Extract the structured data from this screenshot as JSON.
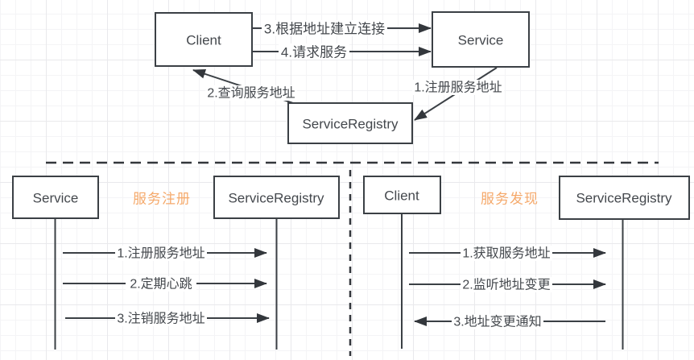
{
  "colors": {
    "stroke": "#3b4045",
    "text": "#44484d",
    "accent_orange": "#f5a96b",
    "grid_minor": "#f4f4f6",
    "grid_major": "#e9e9ec",
    "box_fill": "#ffffff"
  },
  "top": {
    "client_label": "Client",
    "service_label": "Service",
    "registry_label": "ServiceRegistry",
    "msg_connect": "3.根据地址建立连接",
    "msg_request": "4.请求服务",
    "msg_query": "2.查询服务地址",
    "msg_register": "1.注册服务地址"
  },
  "registration": {
    "title": "服务注册",
    "left_label": "Service",
    "right_label": "ServiceRegistry",
    "messages": [
      {
        "label": "1.注册服务地址",
        "direction": "right"
      },
      {
        "label": "2.定期心跳",
        "direction": "right"
      },
      {
        "label": "3.注销服务地址",
        "direction": "right"
      }
    ]
  },
  "discovery": {
    "title": "服务发现",
    "left_label": "Client",
    "right_label": "ServiceRegistry",
    "messages": [
      {
        "label": "1.获取服务地址",
        "direction": "right"
      },
      {
        "label": "2.监听地址变更",
        "direction": "right"
      },
      {
        "label": "3.地址变更通知",
        "direction": "left"
      }
    ]
  }
}
